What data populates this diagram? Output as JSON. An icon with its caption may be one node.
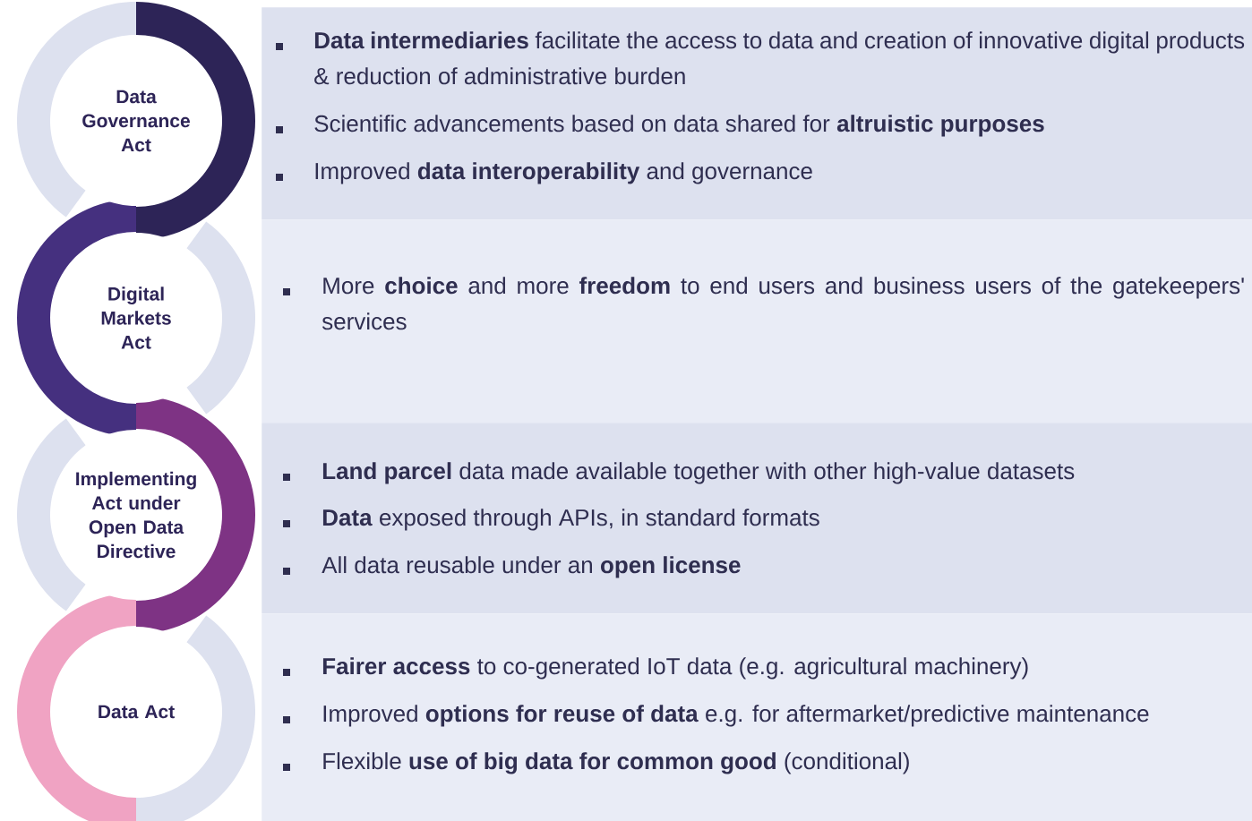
{
  "diagram": {
    "nodes": [
      {
        "text": [
          "Data Governance Act"
        ]
      },
      {
        "text": [
          "**Data intermediaries** facilitate the access to data and creation of innovative digital products & reduction of administrative burden",
          "Scientific advancements based on data shared for **altruistic purposes**",
          "Improved **data interoperability** and governance"
        ]
      },
      {
        "text": [
          "Digital Markets Act"
        ]
      },
      {
        "text": [
          "More **choice** and more **freedom** to end users and business users of the gatekeepers' services"
        ]
      },
      {
        "text": [
          "Implementing Act under Open Data Directive"
        ]
      },
      {
        "text": [
          "**Land parcel** data made available together with other high-value datasets",
          "**Data** exposed through APIs, in standard formats",
          "All data reusable under an **open license**"
        ]
      },
      {
        "text": [
          "Data Act"
        ]
      },
      {
        "text": [
          "**Fairer access** to co-generated IoT data (e.g. agricultural machinery)",
          "Improved **options for reuse of data** e.g. for aftermarket/predictive maintenance",
          "Flexible **use of big data for common good** (conditional)"
        ]
      }
    ]
  }
}
